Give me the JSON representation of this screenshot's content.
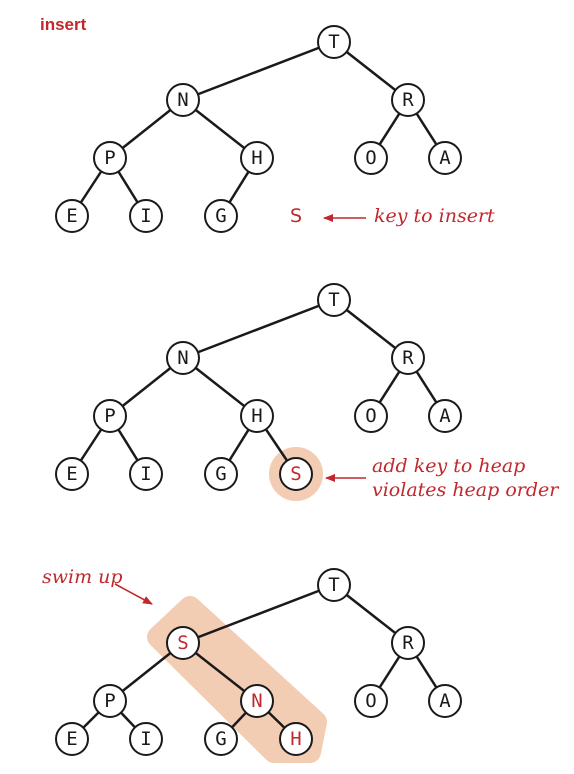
{
  "title": "insert",
  "colors": {
    "accent": "#c0282d",
    "highlight": "#f3cdb3",
    "line": "#1a1a1a",
    "node_fill": "#ffffff"
  },
  "panels": [
    {
      "nodes": {
        "t": "T",
        "n": "N",
        "r": "R",
        "p": "P",
        "h": "H",
        "o": "O",
        "a": "A",
        "e": "E",
        "i": "I",
        "g": "G"
      },
      "pending_key": "S",
      "annotation": "key to insert"
    },
    {
      "nodes": {
        "t": "T",
        "n": "N",
        "r": "R",
        "p": "P",
        "h": "H",
        "o": "O",
        "a": "A",
        "e": "E",
        "i": "I",
        "g": "G",
        "s": "S"
      },
      "annotation_line1": "add key to heap",
      "annotation_line2": "violates heap order"
    },
    {
      "nodes": {
        "t": "T",
        "s": "S",
        "r": "R",
        "p": "P",
        "n": "N",
        "o": "O",
        "a": "A",
        "e": "E",
        "i": "I",
        "g": "G",
        "h": "H"
      },
      "annotation": "swim up"
    }
  ]
}
